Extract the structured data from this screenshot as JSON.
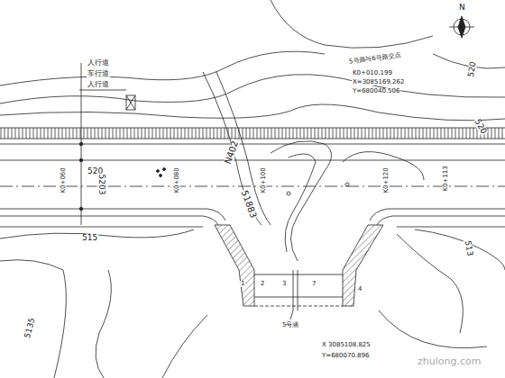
{
  "diagram": {
    "labels": [
      "人行道",
      "车行道",
      "人行道",
      "N",
      "5号路与6号路交点",
      "K0+010.199",
      "X=3085169.262",
      "Y=680040.506",
      "520",
      "520",
      "520",
      "5203",
      "N402",
      "51883",
      "K0+060",
      "K0+080",
      "K0+100",
      "K0+120",
      "K0+113",
      "515",
      "5135",
      "513",
      "X 3085108.825",
      "Y=680070.896",
      "5号涵",
      "1",
      "2",
      "3",
      "7",
      "4",
      "zhulong.com"
    ]
  }
}
